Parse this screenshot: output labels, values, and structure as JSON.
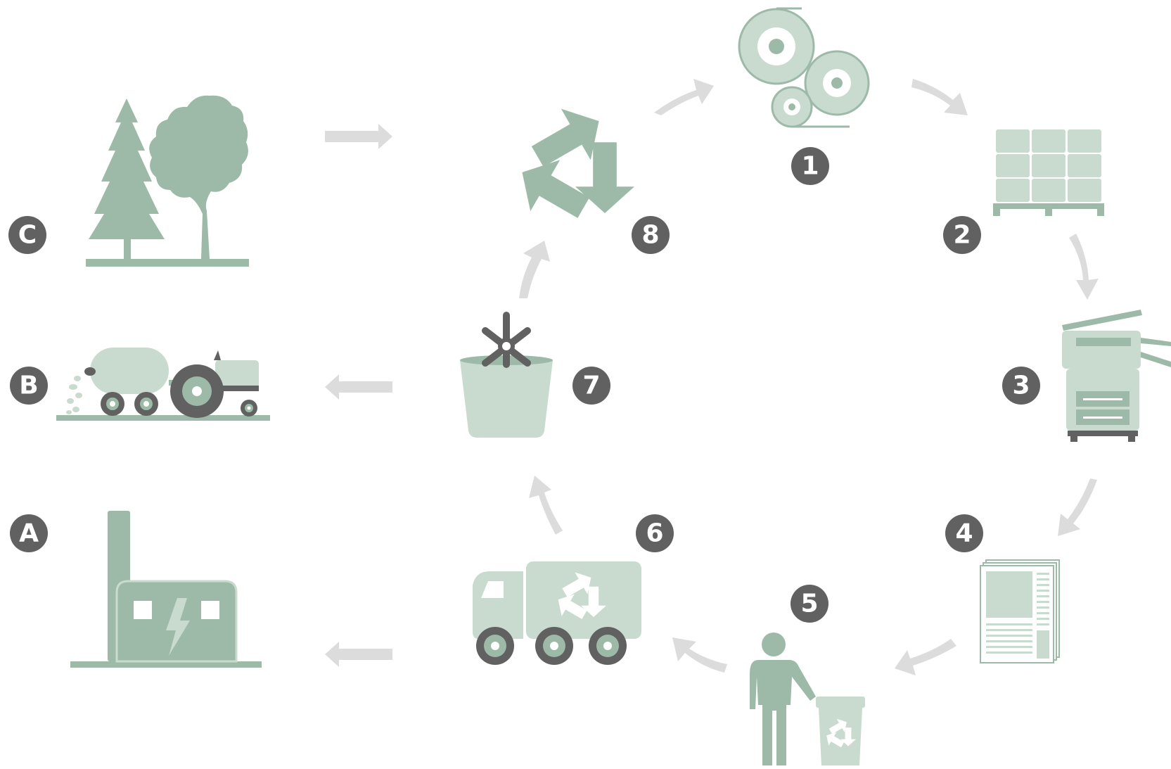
{
  "colors": {
    "green": "#9dbaa9",
    "green_light": "#c9dacf",
    "green_pale": "#dfe9e2",
    "dark": "#616161",
    "arrow": "#dcdcdc",
    "white": "#ffffff"
  },
  "cycle": {
    "steps": [
      {
        "num": "1",
        "icon": "paper-rolls-icon"
      },
      {
        "num": "2",
        "icon": "paper-pallet-icon"
      },
      {
        "num": "3",
        "icon": "copier-icon"
      },
      {
        "num": "4",
        "icon": "printed-document-icon"
      },
      {
        "num": "5",
        "icon": "person-recycling-bin-icon"
      },
      {
        "num": "6",
        "icon": "recycling-truck-icon"
      },
      {
        "num": "7",
        "icon": "pulper-icon"
      },
      {
        "num": "8",
        "icon": "recycle-symbol-icon"
      }
    ]
  },
  "outputs": [
    {
      "letter": "C",
      "icon": "trees-icon"
    },
    {
      "letter": "B",
      "icon": "tractor-spreader-icon"
    },
    {
      "letter": "A",
      "icon": "power-plant-icon"
    }
  ]
}
